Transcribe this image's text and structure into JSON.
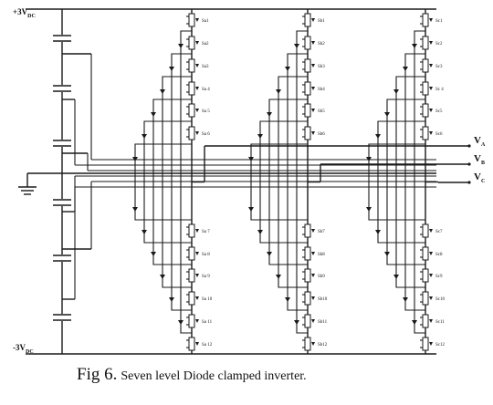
{
  "diagram": {
    "top_rail": {
      "prefix": "+3V",
      "sub": "DC"
    },
    "bottom_rail": {
      "prefix": "-3V",
      "sub": "DC"
    },
    "outputs": [
      "V",
      "V",
      "V"
    ],
    "output_subs": [
      "A",
      "B",
      "C"
    ],
    "legs": [
      {
        "upper": [
          "Sa1",
          "Sa2",
          "Sa3",
          "Sa 4",
          "Sa 5",
          "Sa 6"
        ],
        "lower": [
          "Sa 7",
          "Sa 8",
          "Sa 9",
          "Sa 10",
          "Sa 11",
          "Sa 12"
        ]
      },
      {
        "upper": [
          "Sb1",
          "Sb2",
          "Sb3",
          "Sb4",
          "Sb5",
          "Sb6"
        ],
        "lower": [
          "Sb7",
          "Sb8",
          "Sb9",
          "Sb10",
          "Sb11",
          "Sb12"
        ]
      },
      {
        "upper": [
          "Sc1",
          "Sc2",
          "Sc3",
          "Sc 4",
          "Sc5",
          "Sc6"
        ],
        "lower": [
          "Sc7",
          "Sc8",
          "Sc9",
          "Sc10",
          "Sc11",
          "Sc12"
        ]
      }
    ]
  },
  "caption": {
    "fig": "Fig 6.",
    "text": "Seven level Diode clamped inverter."
  }
}
